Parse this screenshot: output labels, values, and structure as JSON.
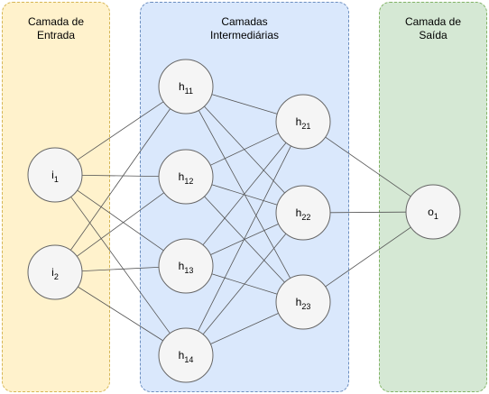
{
  "layers": {
    "input": {
      "title": "Camada de\nEntrada"
    },
    "hidden": {
      "title": "Camadas\nIntermediárias"
    },
    "output": {
      "title": "Camada de\nSaída"
    }
  },
  "neurons": {
    "i1": {
      "base": "i",
      "sub": "1"
    },
    "i2": {
      "base": "i",
      "sub": "2"
    },
    "h11": {
      "base": "h",
      "sub": "11"
    },
    "h12": {
      "base": "h",
      "sub": "12"
    },
    "h13": {
      "base": "h",
      "sub": "13"
    },
    "h14": {
      "base": "h",
      "sub": "14"
    },
    "h21": {
      "base": "h",
      "sub": "21"
    },
    "h22": {
      "base": "h",
      "sub": "22"
    },
    "h23": {
      "base": "h",
      "sub": "23"
    },
    "o1": {
      "base": "o",
      "sub": "1"
    }
  },
  "connections": [
    [
      "i1",
      "h11"
    ],
    [
      "i1",
      "h12"
    ],
    [
      "i1",
      "h13"
    ],
    [
      "i1",
      "h14"
    ],
    [
      "i2",
      "h11"
    ],
    [
      "i2",
      "h12"
    ],
    [
      "i2",
      "h13"
    ],
    [
      "i2",
      "h14"
    ],
    [
      "h11",
      "h21"
    ],
    [
      "h11",
      "h22"
    ],
    [
      "h11",
      "h23"
    ],
    [
      "h12",
      "h21"
    ],
    [
      "h12",
      "h22"
    ],
    [
      "h12",
      "h23"
    ],
    [
      "h13",
      "h21"
    ],
    [
      "h13",
      "h22"
    ],
    [
      "h13",
      "h23"
    ],
    [
      "h14",
      "h21"
    ],
    [
      "h14",
      "h22"
    ],
    [
      "h14",
      "h23"
    ],
    [
      "h21",
      "o1"
    ],
    [
      "h22",
      "o1"
    ],
    [
      "h23",
      "o1"
    ]
  ]
}
